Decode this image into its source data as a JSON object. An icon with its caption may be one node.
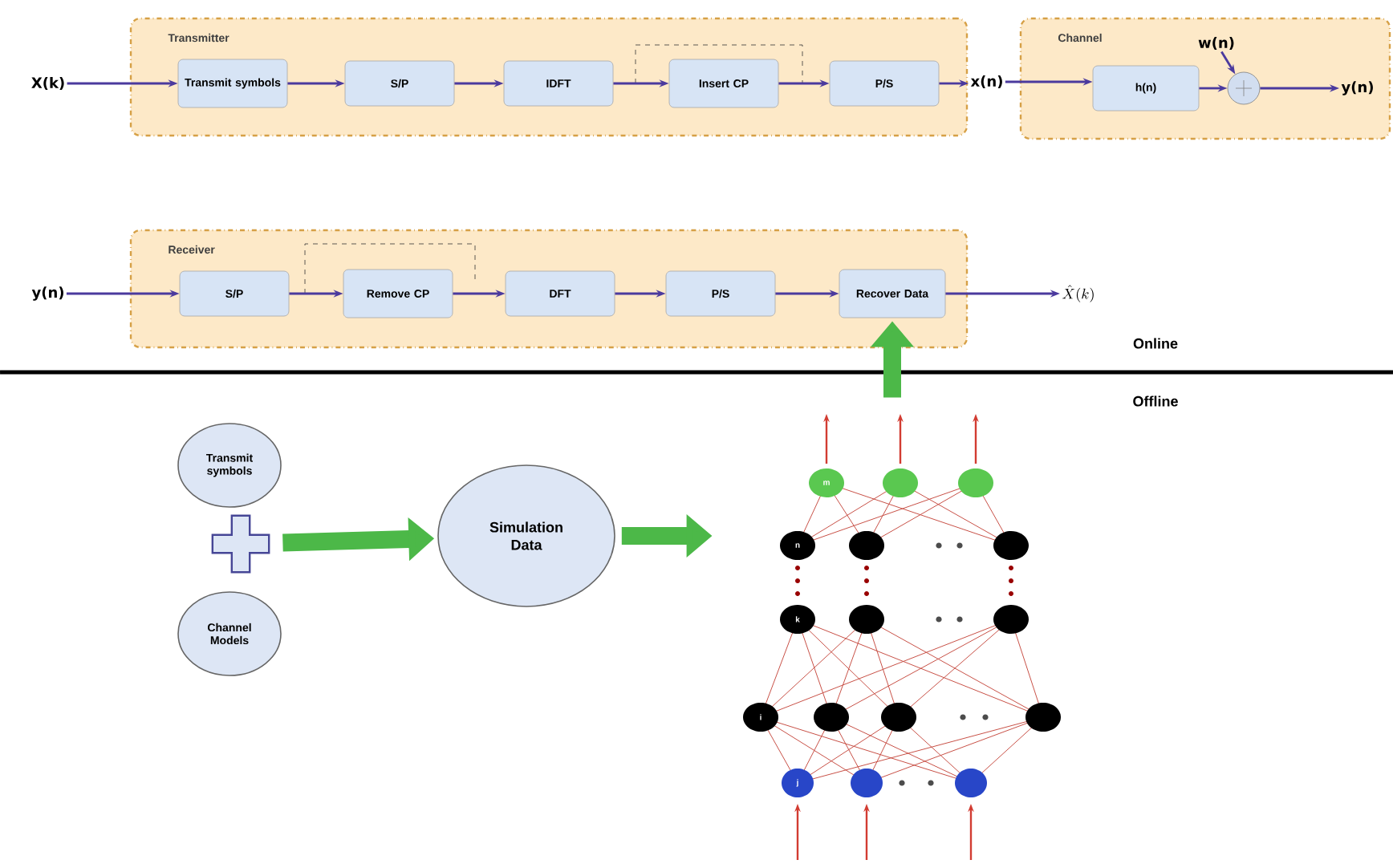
{
  "diagram": {
    "nodes": [
      {
        "text": [
          "Transmitter"
        ]
      },
      {
        "text": [
          "Transmit symbols"
        ],
        "in": 0
      },
      {
        "text": [
          "S/P"
        ],
        "in": 0
      },
      {
        "text": [
          "IDFT"
        ],
        "in": 0
      },
      {
        "text": [
          "Insert CP"
        ],
        "in": 0
      },
      {
        "text": [
          "P/S"
        ],
        "in": 0
      },
      {
        "text": [
          "Channel"
        ]
      },
      {
        "text": [
          "h(n)"
        ],
        "in": 6
      },
      {
        "text": [],
        "shape": "circle",
        "in": 6
      },
      {
        "text": [
          "X(k)"
        ]
      },
      {
        "text": [
          "x(n)"
        ]
      },
      {
        "text": [
          "w(n)"
        ],
        "in": 6
      },
      {
        "text": [
          "y(n)"
        ],
        "in": 6
      },
      {
        "text": [
          "Receiver"
        ]
      },
      {
        "text": [
          "S/P"
        ],
        "in": 13
      },
      {
        "text": [
          "Remove CP"
        ],
        "in": 13
      },
      {
        "text": [
          "DFT"
        ],
        "in": 13
      },
      {
        "text": [
          "P/S"
        ],
        "in": 13
      },
      {
        "text": [
          "Recover Data"
        ],
        "in": 13
      },
      {
        "text": [
          "y(n)"
        ]
      },
      {
        "text": [
          "\\hat{X}(k)"
        ]
      },
      {
        "text": [
          "Transmit symbols"
        ]
      },
      {
        "text": [],
        "shape": "cross"
      },
      {
        "text": [
          "Channel Models"
        ]
      },
      {
        "text": [
          "Simulation Data"
        ]
      },
      {
        "text": [],
        "shape": "picture"
      }
    ],
    "edges": [
      {
        "from": 9,
        "to": 1,
        "arrow": "to"
      },
      {
        "from": 1,
        "to": 2,
        "arrow": "to"
      },
      {
        "from": 2,
        "to": 3,
        "arrow": "to"
      },
      {
        "from": 3,
        "to": 4,
        "arrow": "to"
      },
      {
        "from": 4,
        "to": 5,
        "arrow": "to"
      },
      {
        "from": 5,
        "to": 10,
        "arrow": "to"
      },
      {
        "from": 10,
        "to": 7,
        "arrow": "to"
      },
      {
        "from": 7,
        "to": 8,
        "arrow": "to"
      },
      {
        "from": 11,
        "to": 8,
        "arrow": "to"
      },
      {
        "from": 8,
        "to": 12,
        "arrow": "to"
      },
      {
        "from": 19,
        "to": 14,
        "arrow": "to"
      },
      {
        "from": 14,
        "to": 15,
        "arrow": "to"
      },
      {
        "from": 15,
        "to": 16,
        "arrow": "to"
      },
      {
        "from": 16,
        "to": 17,
        "arrow": "to"
      },
      {
        "from": 17,
        "to": 18,
        "arrow": "to"
      },
      {
        "from": 18,
        "to": 20,
        "arrow": "to"
      },
      {
        "from": 22,
        "to": 24,
        "arrow": "to",
        "style": "thick",
        "color": "#4cb848"
      },
      {
        "from": 24,
        "to": 25,
        "arrow": "to",
        "style": "thick",
        "color": "#4cb848"
      },
      {
        "from": 25,
        "to": 18,
        "arrow": "to",
        "style": "thick",
        "color": "#4cb848"
      }
    ],
    "labels": [
      "Online",
      "Offline",
      "m",
      "n",
      "k",
      "i",
      "j"
    ]
  }
}
